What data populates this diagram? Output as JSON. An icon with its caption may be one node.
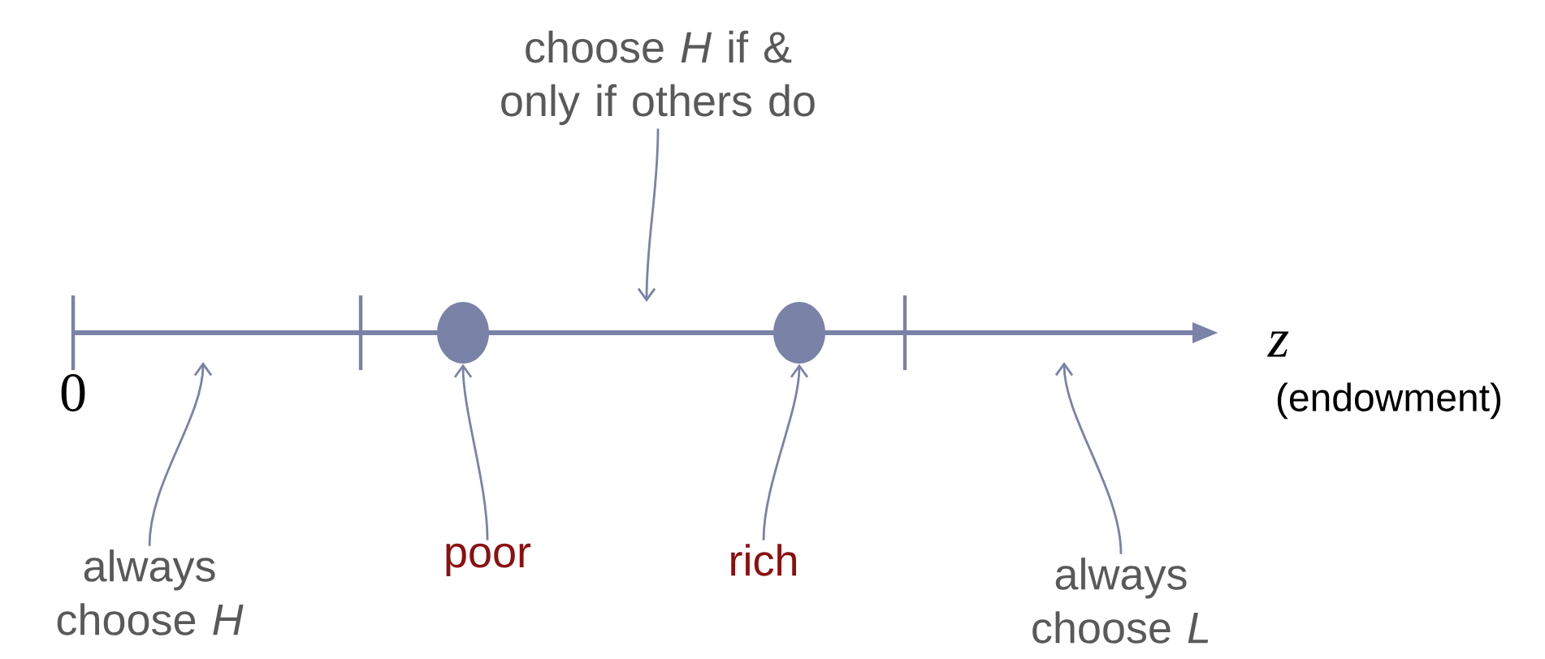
{
  "diagram": {
    "nodes": [
      {
        "text": [
          "choose *H* if & only if others do"
        ]
      },
      {
        "text": [],
        "shape": "circle"
      },
      {
        "text": [],
        "shape": "circle"
      },
      {
        "text": [
          "always choose *H*"
        ]
      },
      {
        "text": [
          "poor"
        ]
      },
      {
        "text": [
          "rich"
        ]
      },
      {
        "text": [
          "always choose *L*"
        ]
      }
    ],
    "edges": [
      {
        "from": 0,
        "to": null,
        "arrow": "to"
      },
      {
        "from": 3,
        "to": null,
        "arrow": "to"
      },
      {
        "from": 4,
        "to": 1,
        "arrow": "to"
      },
      {
        "from": 5,
        "to": 2,
        "arrow": "to"
      },
      {
        "from": 6,
        "to": null,
        "arrow": "to"
      }
    ],
    "labels": [
      "0",
      "z",
      "(endowment)"
    ]
  }
}
